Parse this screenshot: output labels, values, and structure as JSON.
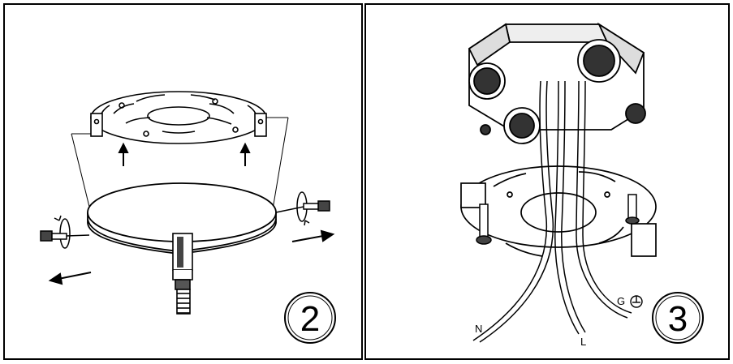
{
  "steps": [
    {
      "number": "2",
      "icon": "canopy-screw-mounting-illustration"
    },
    {
      "number": "3",
      "icon": "junction-box-wiring-illustration"
    }
  ],
  "wire_labels": {
    "neutral": "N",
    "live": "L",
    "ground": "G"
  },
  "icons": {
    "ground_symbol": "ground-symbol-icon",
    "arrow": "arrow-icon",
    "screw": "screw-icon"
  },
  "colors": {
    "line": "#000000",
    "background": "#ffffff"
  }
}
